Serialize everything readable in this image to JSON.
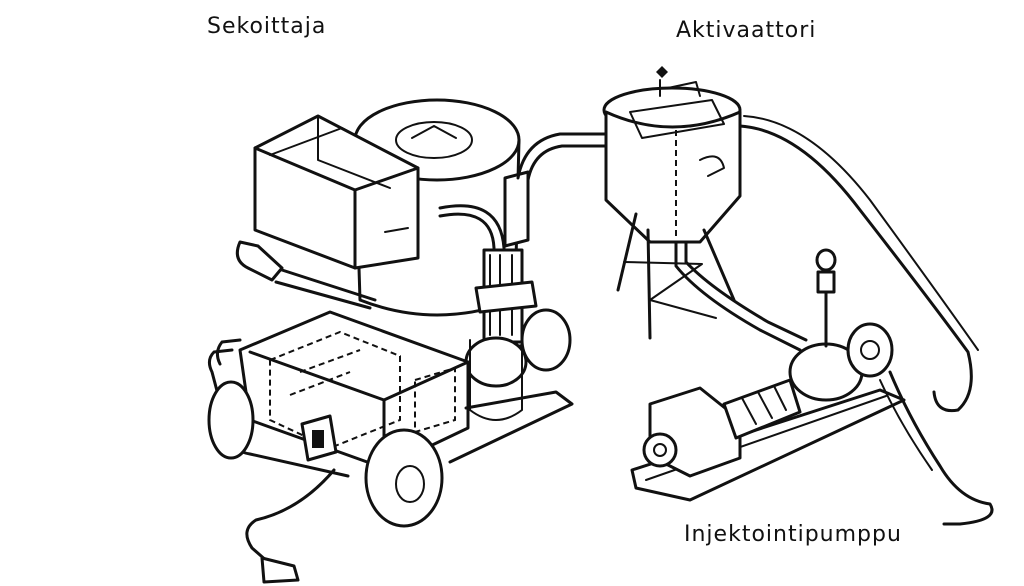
{
  "labels": {
    "mixer": "Sekoittaja",
    "activator": "Aktivaattori",
    "pump": "Injektointipumppu"
  },
  "colors": {
    "line": "#111111",
    "background": "#ffffff"
  }
}
